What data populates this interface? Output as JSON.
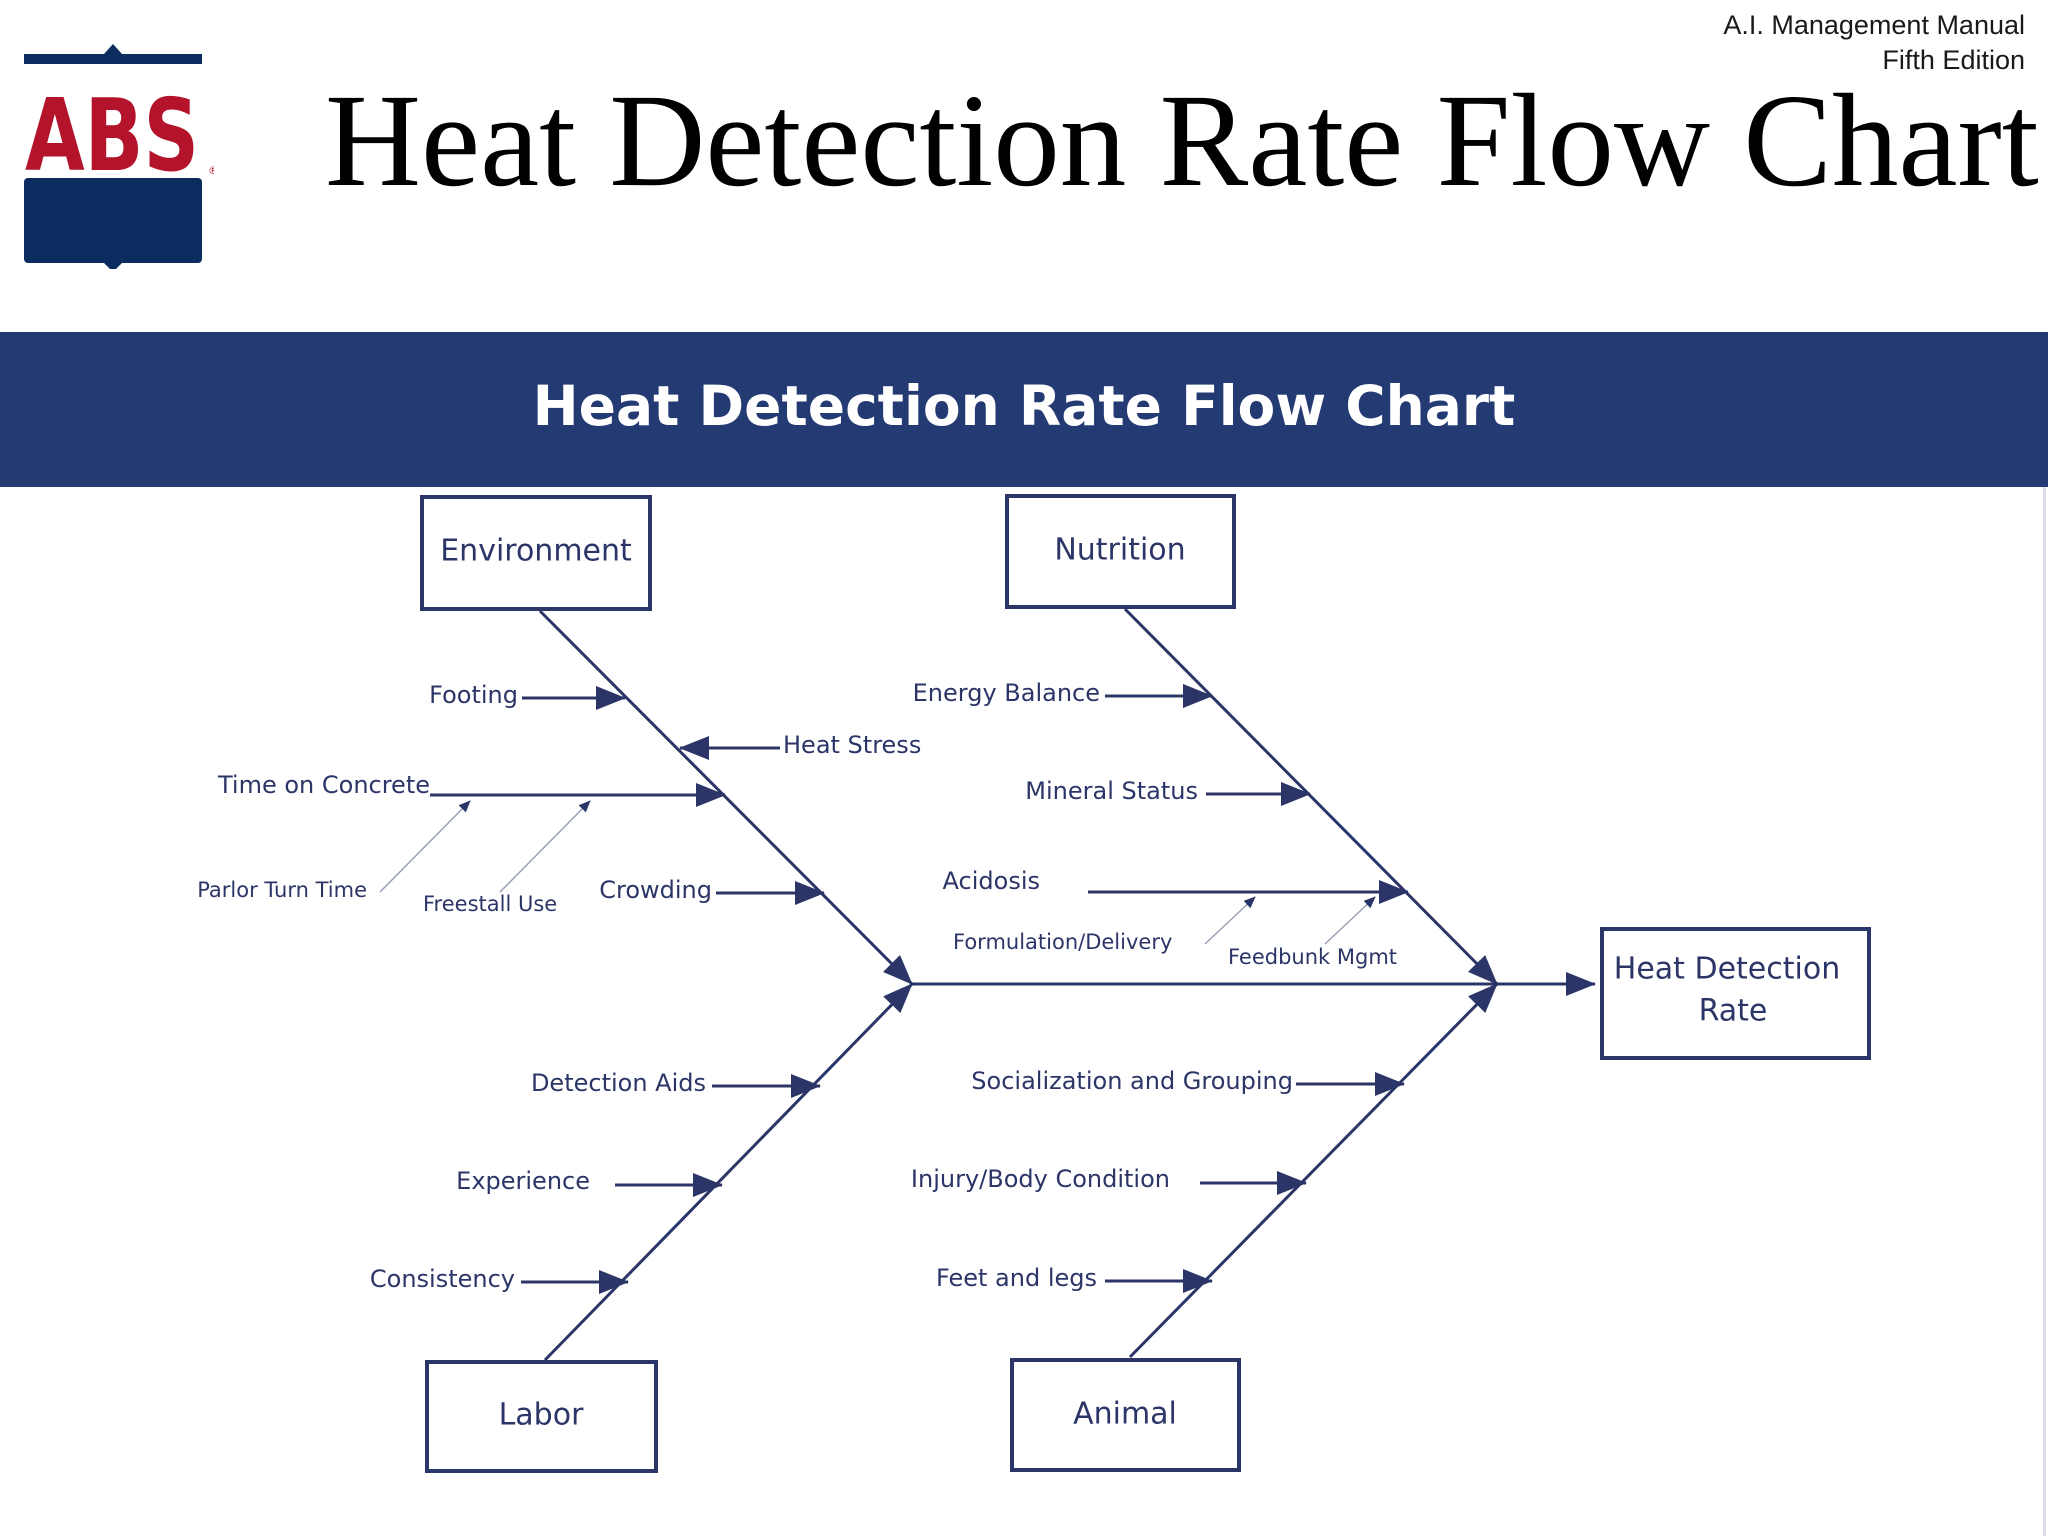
{
  "header": {
    "manual_line1": "A.I. Management Manual",
    "manual_line2": "Fifth Edition",
    "title": "Heat Detection Rate Flow Chart",
    "logo_text": "ABS"
  },
  "banner": {
    "title": "Heat Detection Rate Flow Chart"
  },
  "diagram": {
    "effect": {
      "line1": "Heat Detection",
      "line2": "Rate"
    },
    "categories": {
      "environment": "Environment",
      "nutrition": "Nutrition",
      "labor": "Labor",
      "animal": "Animal"
    },
    "causes": {
      "footing": "Footing",
      "heat_stress": "Heat Stress",
      "time_on_concrete": "Time on Concrete",
      "parlor_turn_time": "Parlor Turn Time",
      "freestall_use": "Freestall Use",
      "crowding": "Crowding",
      "energy_balance": "Energy Balance",
      "mineral_status": "Mineral Status",
      "acidosis": "Acidosis",
      "formulation_delivery": "Formulation/Delivery",
      "feedbunk_mgmt": "Feedbunk Mgmt",
      "detection_aids": "Detection Aids",
      "experience": "Experience",
      "consistency": "Consistency",
      "socialization": "Socialization and Grouping",
      "injury_body": "Injury/Body Condition",
      "feet_legs": "Feet and legs"
    }
  },
  "colors": {
    "logo_red": "#b3142c",
    "logo_navy": "#0b2c5e",
    "banner": "#243a73",
    "ink": "#2c3567"
  }
}
